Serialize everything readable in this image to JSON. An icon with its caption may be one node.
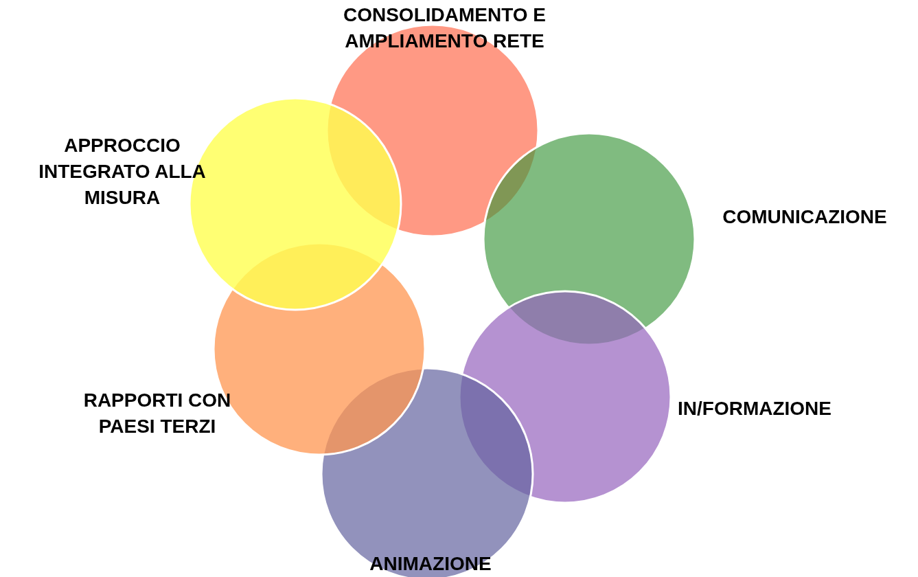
{
  "diagram": {
    "nodes": [
      {
        "text": [
          "CONSOLIDAMENTO E AMPLIAMENTO RETE"
        ]
      },
      {
        "text": [
          "COMUNICAZIONE"
        ]
      },
      {
        "text": [
          "IN/FORMAZIONE"
        ]
      },
      {
        "text": [
          "ANIMAZIONE"
        ]
      },
      {
        "text": [
          "RAPPORTI CON PAESI TERZI"
        ]
      },
      {
        "text": [
          "APPROCCIO INTEGRATO ALLA MISURA"
        ]
      }
    ]
  }
}
